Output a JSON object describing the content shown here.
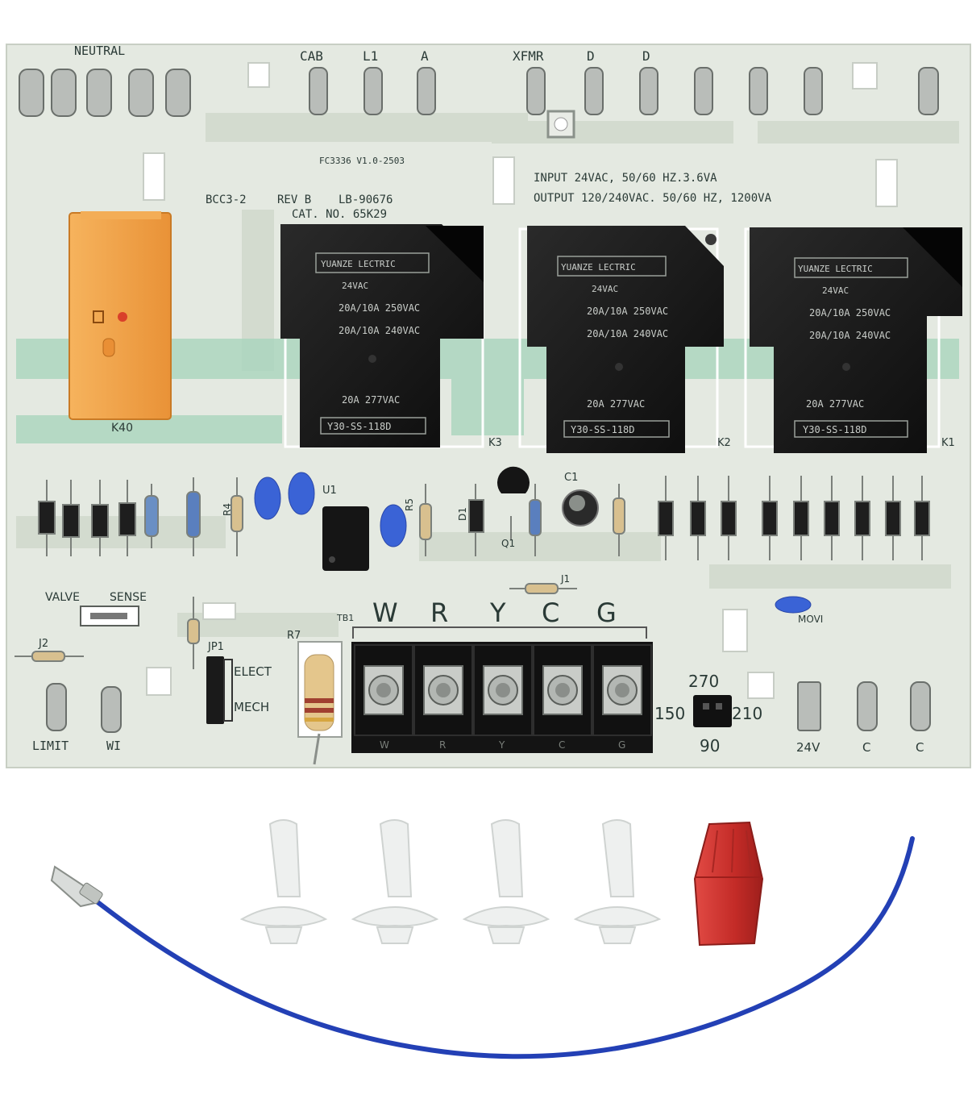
{
  "board": {
    "top_terminals": {
      "neutral": "NEUTRAL",
      "cab": "CAB",
      "l1": "L1",
      "a": "A",
      "xfmr": "XFMR",
      "d1": "D",
      "d2": "D"
    },
    "part_code": "FC3336 V1.0-2503",
    "model": "BCC3-2",
    "rev": "REV B",
    "lb_number": "LB-90676",
    "cat_no": "CAT. NO. 65K29",
    "input_spec": "INPUT 24VAC, 50/60 HZ.3.6VA",
    "output_spec": "OUTPUT 120/240VAC. 50/60 HZ, 1200VA",
    "relays": [
      {
        "id": "K3",
        "brand": "YUANZE LECTRIC",
        "coil": "24VAC",
        "rating1": "20A/10A 250VAC",
        "rating2": "20A/10A 240VAC",
        "ul": "20A 277VAC",
        "model": "Y30-SS-118D"
      },
      {
        "id": "K2",
        "brand": "YUANZE LECTRIC",
        "coil": "24VAC",
        "rating1": "20A/10A 250VAC",
        "rating2": "20A/10A 240VAC",
        "ul": "20A 277VAC",
        "model": "Y30-SS-118D"
      },
      {
        "id": "K1",
        "brand": "YUANZE LECTRIC",
        "coil": "24VAC",
        "rating1": "20A/10A 250VAC",
        "rating2": "20A/10A 240VAC",
        "ul": "20A 277VAC",
        "model": "Y30-SS-118D"
      }
    ],
    "small_relay": "K40",
    "components": {
      "u1": "U1",
      "c1": "C1",
      "q1": "Q1",
      "d1": "D1",
      "r4": "R4",
      "r5": "R5",
      "r7": "R7",
      "j1": "J1",
      "j2": "J2",
      "jp1": "JP1",
      "tb1": "TB1",
      "movi": "MOVI"
    },
    "valve_label": "VALVE",
    "sense_label": "SENSE",
    "elect_label": "ELECT",
    "mech_label": "MECH",
    "terminal_block_top": [
      "W",
      "R",
      "Y",
      "C",
      "G"
    ],
    "terminal_block_bottom": [
      "W",
      "R",
      "Y",
      "C",
      "G"
    ],
    "speed": {
      "v270": "270",
      "v210": "210",
      "v150": "150",
      "v90": "90"
    },
    "bottom_terminals": {
      "limit": "LIMIT",
      "wi": "WI",
      "v24": "24V",
      "c1": "C",
      "c2": "C"
    }
  },
  "colors": {
    "board": "#e4e9e1",
    "trace": "#cfd8cb",
    "trace_green": "#9fcfb7",
    "relay": "#151515",
    "small_relay": "#f0a348",
    "wire": "#2340b5",
    "wire_nut": "#c9302c",
    "standoff": "#eef0ef"
  }
}
